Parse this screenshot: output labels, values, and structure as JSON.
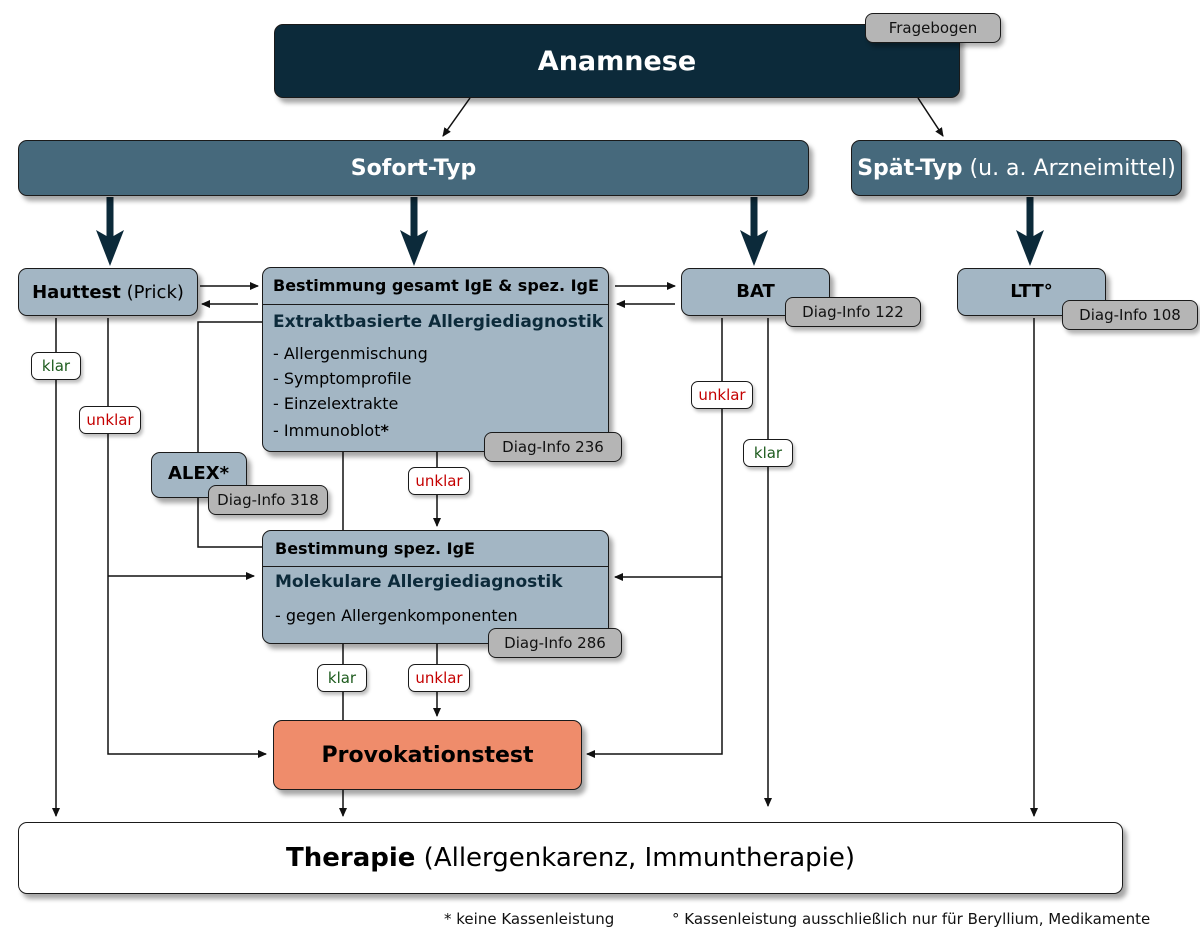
{
  "anamnese": {
    "title": "Anamnese",
    "fragebogen": "Fragebogen"
  },
  "sofort_typ": {
    "title": "Sofort-Typ"
  },
  "spaet_typ": {
    "title": "Spät-Typ",
    "suffix": "(u. a. Arzneimittel)"
  },
  "hauttest": {
    "title": "Hauttest",
    "suffix": "(Prick)"
  },
  "bestimmung_gesamt": {
    "header": "Bestimmung gesamt IgE & spez. IgE",
    "subheader": "Extraktbasierte Allergiediagnostik",
    "items": [
      "- Allergenmischung",
      "- Symptomprofile",
      "- Einzelextrakte",
      "- Immunoblot"
    ],
    "immunoblot_mark": "*",
    "diag_info": "Diag-Info 236"
  },
  "bat": {
    "title": "BAT",
    "diag_info": "Diag-Info 122"
  },
  "ltt": {
    "title": "LTT°",
    "diag_info": "Diag-Info 108"
  },
  "alex": {
    "title": "ALEX*",
    "diag_info": "Diag-Info 318"
  },
  "bestimmung_spez": {
    "header": "Bestimmung spez. IgE",
    "subheader": "Molekulare Allergiediagnostik",
    "item": "- gegen Allergenkomponenten",
    "diag_info": "Diag-Info 286"
  },
  "provokationstest": {
    "title": "Provokationstest"
  },
  "therapie": {
    "title": "Therapie",
    "suffix": "(Allergenkarenz, Immuntherapie)"
  },
  "labels": {
    "klar": "klar",
    "unklar": "unklar"
  },
  "footnotes": {
    "asterisk": "* keine Kassenleistung",
    "degree": "° Kassenleistung ausschließlich nur für Beryllium, Medikamente"
  },
  "colors": {
    "dark": "#0c2a3a",
    "mid": "#46697c",
    "light": "#a3b6c4",
    "salmon": "#ef8c6b",
    "klar": "#1d5b1d",
    "unklar": "#c40000"
  }
}
